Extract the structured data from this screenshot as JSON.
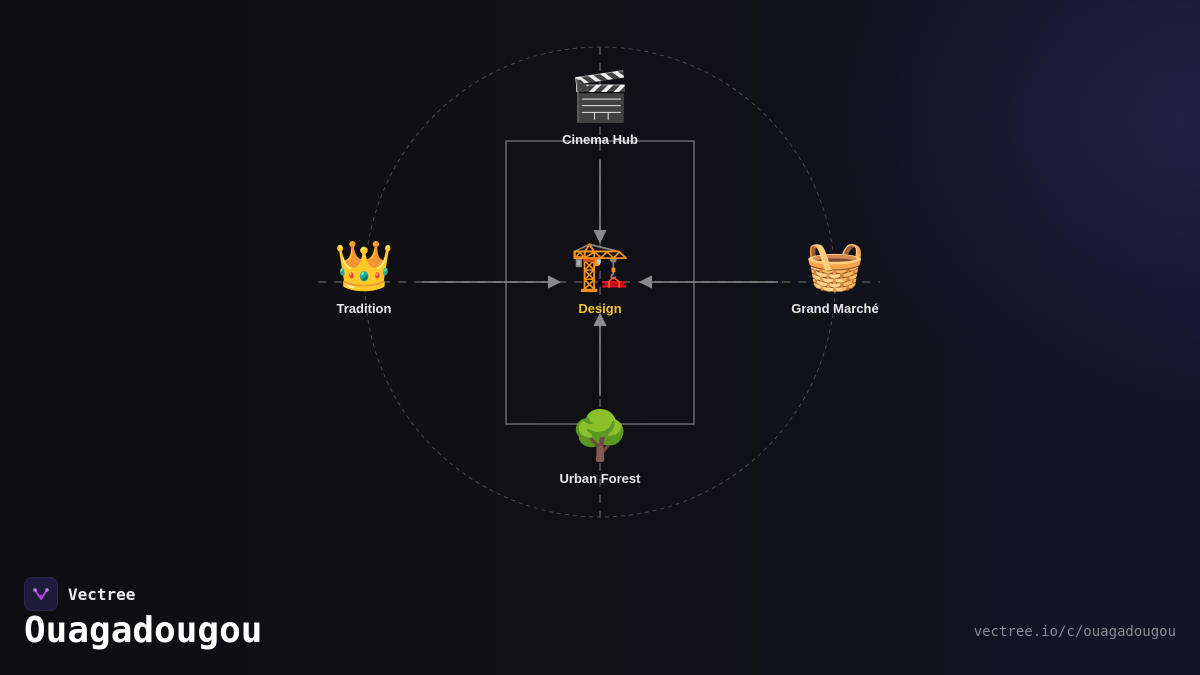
{
  "diagram": {
    "center": {
      "label": "Design",
      "icon": "construction-crane-icon",
      "glyph": "🏗️",
      "label_color": "#f2c230"
    },
    "top": {
      "label": "Cinema Hub",
      "icon": "clapper-board-icon",
      "glyph": "🎬"
    },
    "left": {
      "label": "Tradition",
      "icon": "crown-icon",
      "glyph": "👑"
    },
    "right": {
      "label": "Grand Marché",
      "icon": "basket-icon",
      "glyph": "🧺"
    },
    "bottom": {
      "label": "Urban Forest",
      "icon": "deciduous-tree-icon",
      "glyph": "🌳"
    }
  },
  "footer": {
    "brand": "Vectree",
    "city": "Ouagadougou",
    "url": "vectree.io/c/ouagadougou"
  },
  "colors": {
    "background": "#0f0f13",
    "line": "#8a8a8a",
    "accent": "#f2c230",
    "logo": "#a74bd6"
  }
}
